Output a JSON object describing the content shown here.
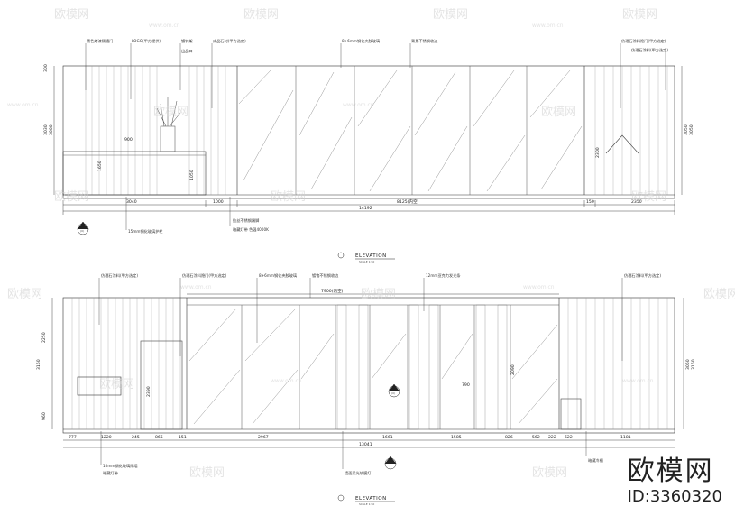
{
  "watermark": {
    "brand": "欧模网",
    "id_text": "ID:3360320",
    "tile_text": "欧模网",
    "url_text": "www.om.cn"
  },
  "top_elevation": {
    "title": "ELEVATION",
    "scale": "SCALE 1:50",
    "labels": {
      "l1": "黑色烤漆隔墙门",
      "l2": "LOGO(甲方提供)",
      "l3": "镀锌架",
      "l4": "成品石材(甲方选定)",
      "l5": "8+6mm钢化夹胶玻璃",
      "l6": "背景不锈钢收边",
      "l7": "仿理石涂料隐门(甲方选定)",
      "l8": "仿理石涂料(甲方选定)",
      "l9": "出品口",
      "l10": "15mm钢化玻璃护栏",
      "l11": "拉丝不锈钢踢脚",
      "l12": "暗藏灯带 色温4000K"
    },
    "dims_bottom": [
      "3040",
      "1000",
      "8125(内空)",
      "150",
      "2350"
    ],
    "dim_total": "14192",
    "dims_left": [
      "300",
      "3030",
      "3000"
    ],
    "dims_right": [
      "3050",
      "3050"
    ],
    "dims_inner": [
      "900",
      "1050",
      "1650",
      "2300"
    ],
    "callout": "(0)"
  },
  "bottom_elevation": {
    "title": "ELEVATION",
    "scale": "SCALE 1:50",
    "labels": {
      "l1": "仿理石涂料(甲方选定)",
      "l2": "仿理石涂料隐门(甲方选定)",
      "l3": "8+6mm钢化夹胶玻璃",
      "l4": "镀铬不锈钢收边",
      "l5": "12mm亚克力发光条",
      "l6": "仿理石涂料(甲方选定)",
      "l7": "10mm钢化玻璃隔墙",
      "l8": "暗藏灯带",
      "l9": "墙面柔光软膜灯",
      "l10": "暗藏冷槽",
      "top_dim": "7900(内空)"
    },
    "dims_bottom": [
      "777",
      "1220",
      "245",
      "865",
      "151",
      "2967",
      "1661",
      "1585",
      "826",
      "562",
      "222",
      "622",
      "1181"
    ],
    "dim_total": "13041",
    "dims_left": [
      "2250",
      "3150",
      "960"
    ],
    "dims_right": [
      "3050",
      "3150"
    ],
    "dims_inner": [
      "2390",
      "2090",
      "790"
    ],
    "callout": "(0)"
  }
}
